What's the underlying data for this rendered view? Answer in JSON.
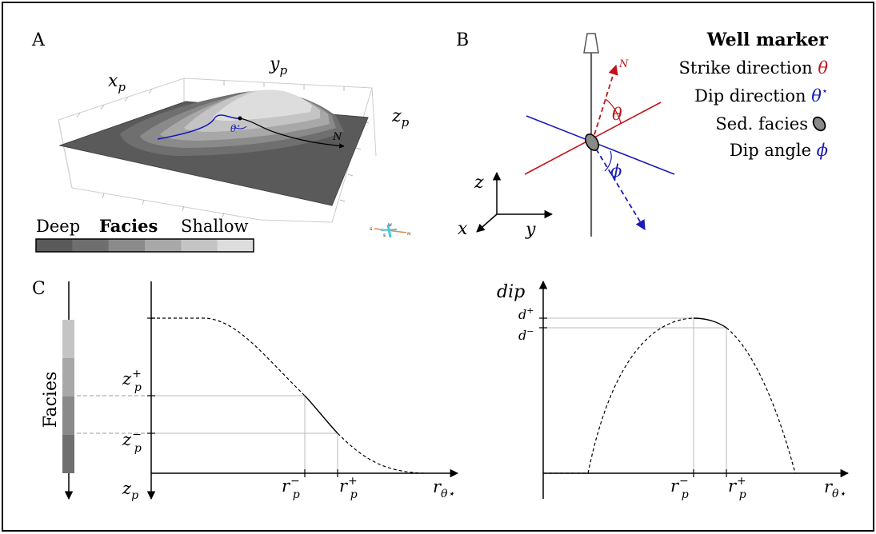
{
  "panels": {
    "a": {
      "letter": "A",
      "axes": {
        "x": "x",
        "x_sub": "p",
        "y": "y",
        "y_sub": "p",
        "z": "z",
        "z_sub": "p"
      },
      "theta_star": "θ",
      "theta_star_sup": "⋆",
      "north_label": "N",
      "legend": {
        "deep": "Deep",
        "title": "Facies",
        "shallow": "Shallow"
      },
      "facies_colors": [
        "#5a5a5a",
        "#6f6f6f",
        "#8a8a8a",
        "#a8a8a8",
        "#c4c4c4",
        "#dddddd"
      ],
      "compass": {
        "s": "S",
        "w": "W",
        "e": "E",
        "n": "N"
      }
    },
    "b": {
      "letter": "B",
      "legend_title": "Well marker",
      "items": [
        {
          "text": "Strike direction ",
          "symbol": "θ",
          "sup": "",
          "color": "#c0141a"
        },
        {
          "text": "Dip direction ",
          "symbol": "θ",
          "sup": "⋆",
          "color": "#1a1ab8"
        },
        {
          "text": "Sed. facies ",
          "symbol": "",
          "sup": "",
          "color": "#888888"
        },
        {
          "text": "Dip angle ",
          "symbol": "ϕ",
          "sup": "",
          "color": "#1a1ab8"
        }
      ],
      "north_label": "N",
      "theta": "θ",
      "phi": "ϕ",
      "axes": {
        "x": "x",
        "y": "y",
        "z": "z"
      }
    },
    "c": {
      "letter": "C",
      "facies_label": "Facies",
      "facies_colors": [
        "#c4c4c4",
        "#a8a8a8",
        "#8a8a8a",
        "#6f6f6f"
      ],
      "left": {
        "y_axis": "z",
        "y_axis_sub": "p",
        "zp_plus": {
          "base": "z",
          "sub": "p",
          "sup": "+"
        },
        "zp_minus": {
          "base": "z",
          "sub": "p",
          "sup": "−"
        },
        "rp_minus": {
          "base": "r",
          "sub": "p",
          "sup": "−"
        },
        "rp_plus": {
          "base": "r",
          "sub": "p",
          "sup": "+"
        },
        "x_axis": "r",
        "x_axis_sub": "θ⋆"
      },
      "right": {
        "y_axis": "dip",
        "d_plus": {
          "base": "d",
          "sup": "+"
        },
        "d_minus": {
          "base": "d",
          "sup": "−"
        },
        "rp_minus": {
          "base": "r",
          "sub": "p",
          "sup": "−"
        },
        "rp_plus": {
          "base": "r",
          "sub": "p",
          "sup": "+"
        },
        "x_axis": "r",
        "x_axis_sub": "θ⋆"
      }
    }
  }
}
